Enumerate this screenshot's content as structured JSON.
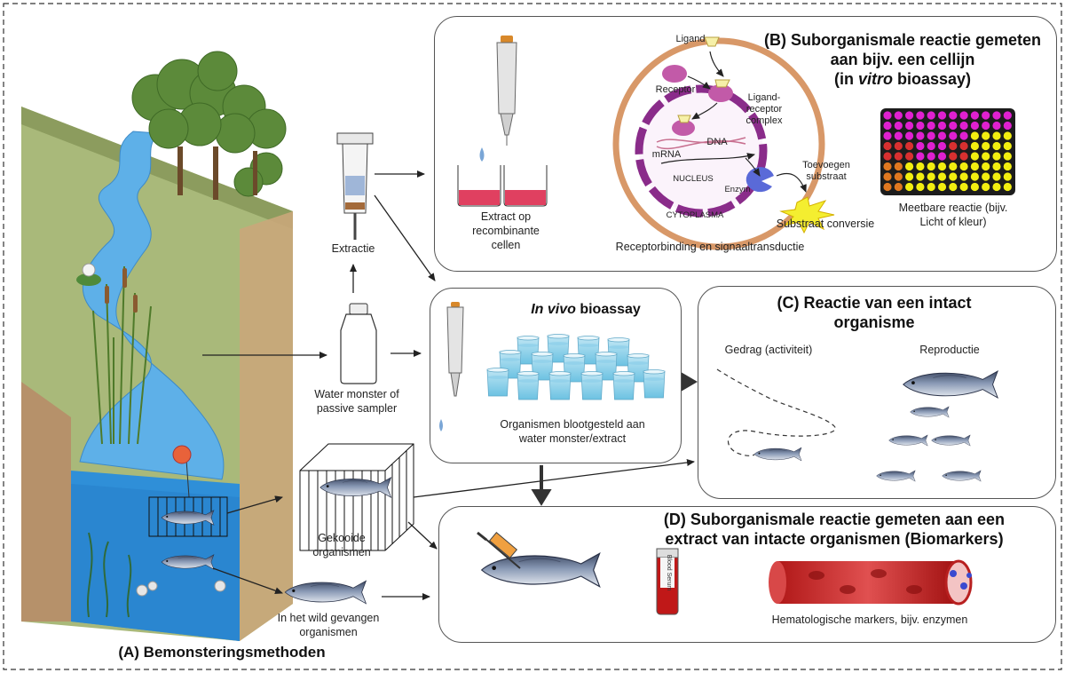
{
  "labels": {
    "title_a": "(A) Bemonsteringsmethoden",
    "extractie": "Extractie",
    "water_sample": "Water monster of passive sampler",
    "caged": "Gekooide organismen",
    "wild": "In het wild gevangen organismen",
    "extract_on_cells": "Extract op recombinante cellen",
    "title_b": "(B) Suborganismale reactie gemeten aan bijv. een cellijn",
    "title_b_vitro_pre": "(in ",
    "title_b_vitro_it": "vitro",
    "title_b_vitro_post": " bioassay)",
    "ligand": "Ligand",
    "receptor": "Receptor",
    "complex": "Ligand-receptor complex",
    "dna": "DNA",
    "mrna": "mRNA",
    "nucleus": "NUCLEUS",
    "enzym": "Enzym",
    "cytoplasma": "CYTOPLASMA",
    "toevoegen": "Toevoegen substraat",
    "substraat_conversie": "Substraat conversie",
    "meetbare": "Meetbare reactie (bijv. Licht of kleur)",
    "receptorbinding": "Receptorbinding en signaaltransductie",
    "invivo_it": "In vivo",
    "invivo_rest": " bioassay",
    "exposed": "Organismen blootgesteld aan water monster/extract",
    "title_c": "(C) Reactie van een intact organisme",
    "gedrag": "Gedrag (activiteit)",
    "reproductie": "Reproductie",
    "title_d": "(D) Suborganismale reactie gemeten aan een extract van intacte organismen (Biomarkers)",
    "blood_serum": "Blood Serum",
    "hemato": "Hematologische markers, bijv. enzymen"
  },
  "plate": {
    "rows": 8,
    "cols": 12,
    "colors": {
      "magenta": "#e020d0",
      "red": "#d83030",
      "yellow": "#f2ee10",
      "orange": "#e07820"
    }
  },
  "colors": {
    "water": "#3b9be0",
    "land": "#a8b878",
    "fish": "#5d6f8a",
    "border": "#555555",
    "cell_ring": "#d89868",
    "nucleus": "#8a2c8a"
  }
}
